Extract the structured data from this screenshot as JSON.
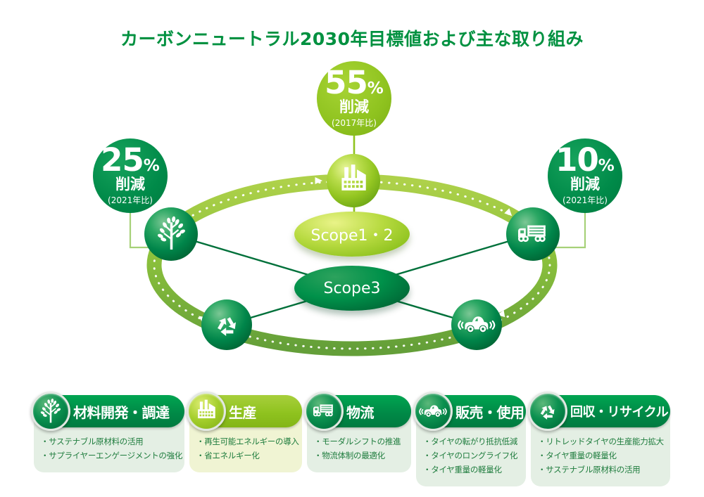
{
  "title": "カーボンニュートラル2030年目標値および主な取り組み",
  "diagram": {
    "badges": [
      {
        "value": "55",
        "unit": "%",
        "action": "削減",
        "basis": "(2017年比)",
        "color": "#8fc31f",
        "linked_node": "factory-icon"
      },
      {
        "value": "25",
        "unit": "%",
        "action": "削減",
        "basis": "(2021年比)",
        "color": "#008a49",
        "linked_node": "tree-icon"
      },
      {
        "value": "10",
        "unit": "%",
        "action": "削減",
        "basis": "(2021年比)",
        "color": "#008a49",
        "linked_node": "truck-icon"
      }
    ],
    "scope12_label": "Scope1・2",
    "scope3_label": "Scope3",
    "nodes": [
      {
        "icon": "factory-icon",
        "sphere": "lime"
      },
      {
        "icon": "tree-icon",
        "sphere": "dark-green"
      },
      {
        "icon": "truck-icon",
        "sphere": "dark-green"
      },
      {
        "icon": "car-icon",
        "sphere": "dark-green"
      },
      {
        "icon": "recycle-icon",
        "sphere": "dark-green"
      }
    ]
  },
  "categories": [
    {
      "name": "材料開発・調達",
      "icon": "tree-icon",
      "items": [
        "サステナブル原材料の活用",
        "サプライヤーエンゲージメントの強化"
      ]
    },
    {
      "name": "生産",
      "icon": "factory-icon",
      "items": [
        "再生可能エネルギーの導入",
        "省エネルギー化"
      ]
    },
    {
      "name": "物流",
      "icon": "truck-icon",
      "items": [
        "モーダルシフトの推進",
        "物流体制の最適化"
      ]
    },
    {
      "name": "販売・使用",
      "icon": "car-icon",
      "items": [
        "タイヤの転がり抵抗低減",
        "タイヤのロングライフ化",
        "タイヤ重量の軽量化"
      ]
    },
    {
      "name": "回収・リサイクル",
      "icon": "recycle-icon",
      "items": [
        "リトレッドタイヤの生産能力拡大",
        "タイヤ重量の軽量化",
        "サステナブル原材料の活用"
      ]
    }
  ],
  "colors": {
    "title_green": "#009140",
    "lime": "#8fc31f",
    "green": "#008a49",
    "dark_green": "#006837",
    "ring_green": "#76b143",
    "bullet_text": "#1e7c3d",
    "card_body_green": "#e4efe4",
    "card_body_lime": "#f0f4d3"
  }
}
